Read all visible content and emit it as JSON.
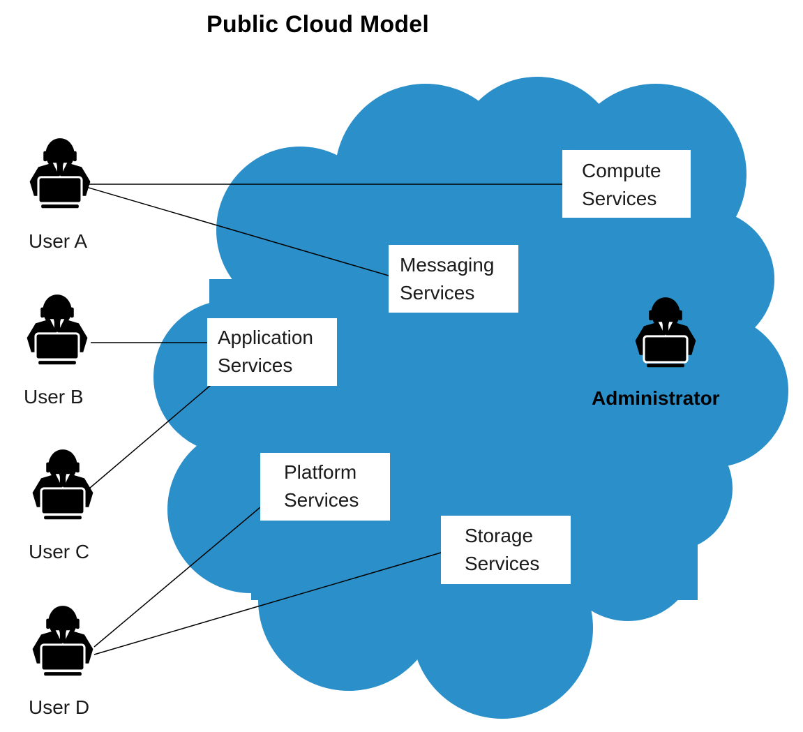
{
  "title": "Public Cloud Model",
  "colors": {
    "cloud": "#2b8fc9",
    "box": "#ffffff",
    "line": "#000000",
    "icon": "#000000"
  },
  "icons": {
    "user": "user-with-laptop-icon",
    "cloud": "cloud-shape"
  },
  "services": [
    {
      "id": "compute",
      "line1": "Compute",
      "line2": "Services"
    },
    {
      "id": "messaging",
      "line1": "Messaging",
      "line2": "Services"
    },
    {
      "id": "application",
      "line1": "Application",
      "line2": "Services"
    },
    {
      "id": "platform",
      "line1": "Platform",
      "line2": "Services"
    },
    {
      "id": "storage",
      "line1": "Storage",
      "line2": "Services"
    }
  ],
  "users": [
    {
      "id": "a",
      "label": "User A"
    },
    {
      "id": "b",
      "label": "User B"
    },
    {
      "id": "c",
      "label": "User C"
    },
    {
      "id": "d",
      "label": "User D"
    }
  ],
  "administrator": {
    "label": "Administrator"
  },
  "connections": [
    {
      "from": "User A",
      "to": "Compute Services"
    },
    {
      "from": "User A",
      "to": "Messaging Services"
    },
    {
      "from": "User B",
      "to": "Application Services"
    },
    {
      "from": "User C",
      "to": "Application Services"
    },
    {
      "from": "User D",
      "to": "Platform Services"
    },
    {
      "from": "User D",
      "to": "Storage Services"
    }
  ]
}
